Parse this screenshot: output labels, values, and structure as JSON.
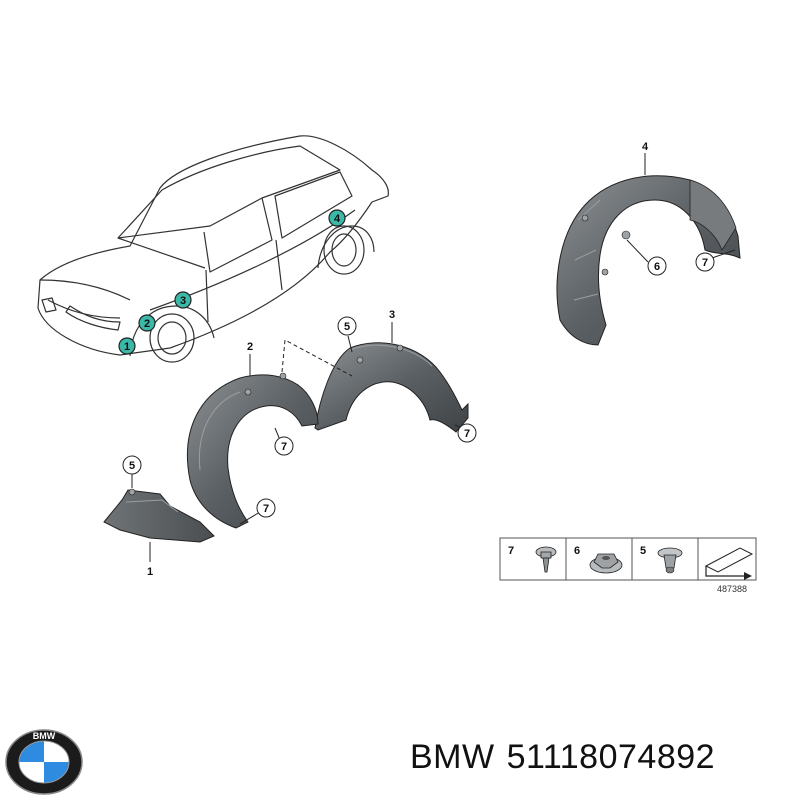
{
  "callouts": {
    "car": [
      "1",
      "2",
      "3",
      "4"
    ],
    "part_1": "1",
    "part_2": "2",
    "part_3": "3",
    "part_4": "4",
    "screw_7": "7",
    "nut_6": "6",
    "rivet_5": "5"
  },
  "legend": {
    "items": [
      "7",
      "6",
      "5"
    ],
    "diagram_id": "487388"
  },
  "footer": {
    "brand": "BMW",
    "part_number": "51118074892"
  },
  "logo_letters": "BMW",
  "colors": {
    "teal_callout": "#3bb8a8",
    "part_grey": "#5e6366",
    "line": "#222222"
  }
}
